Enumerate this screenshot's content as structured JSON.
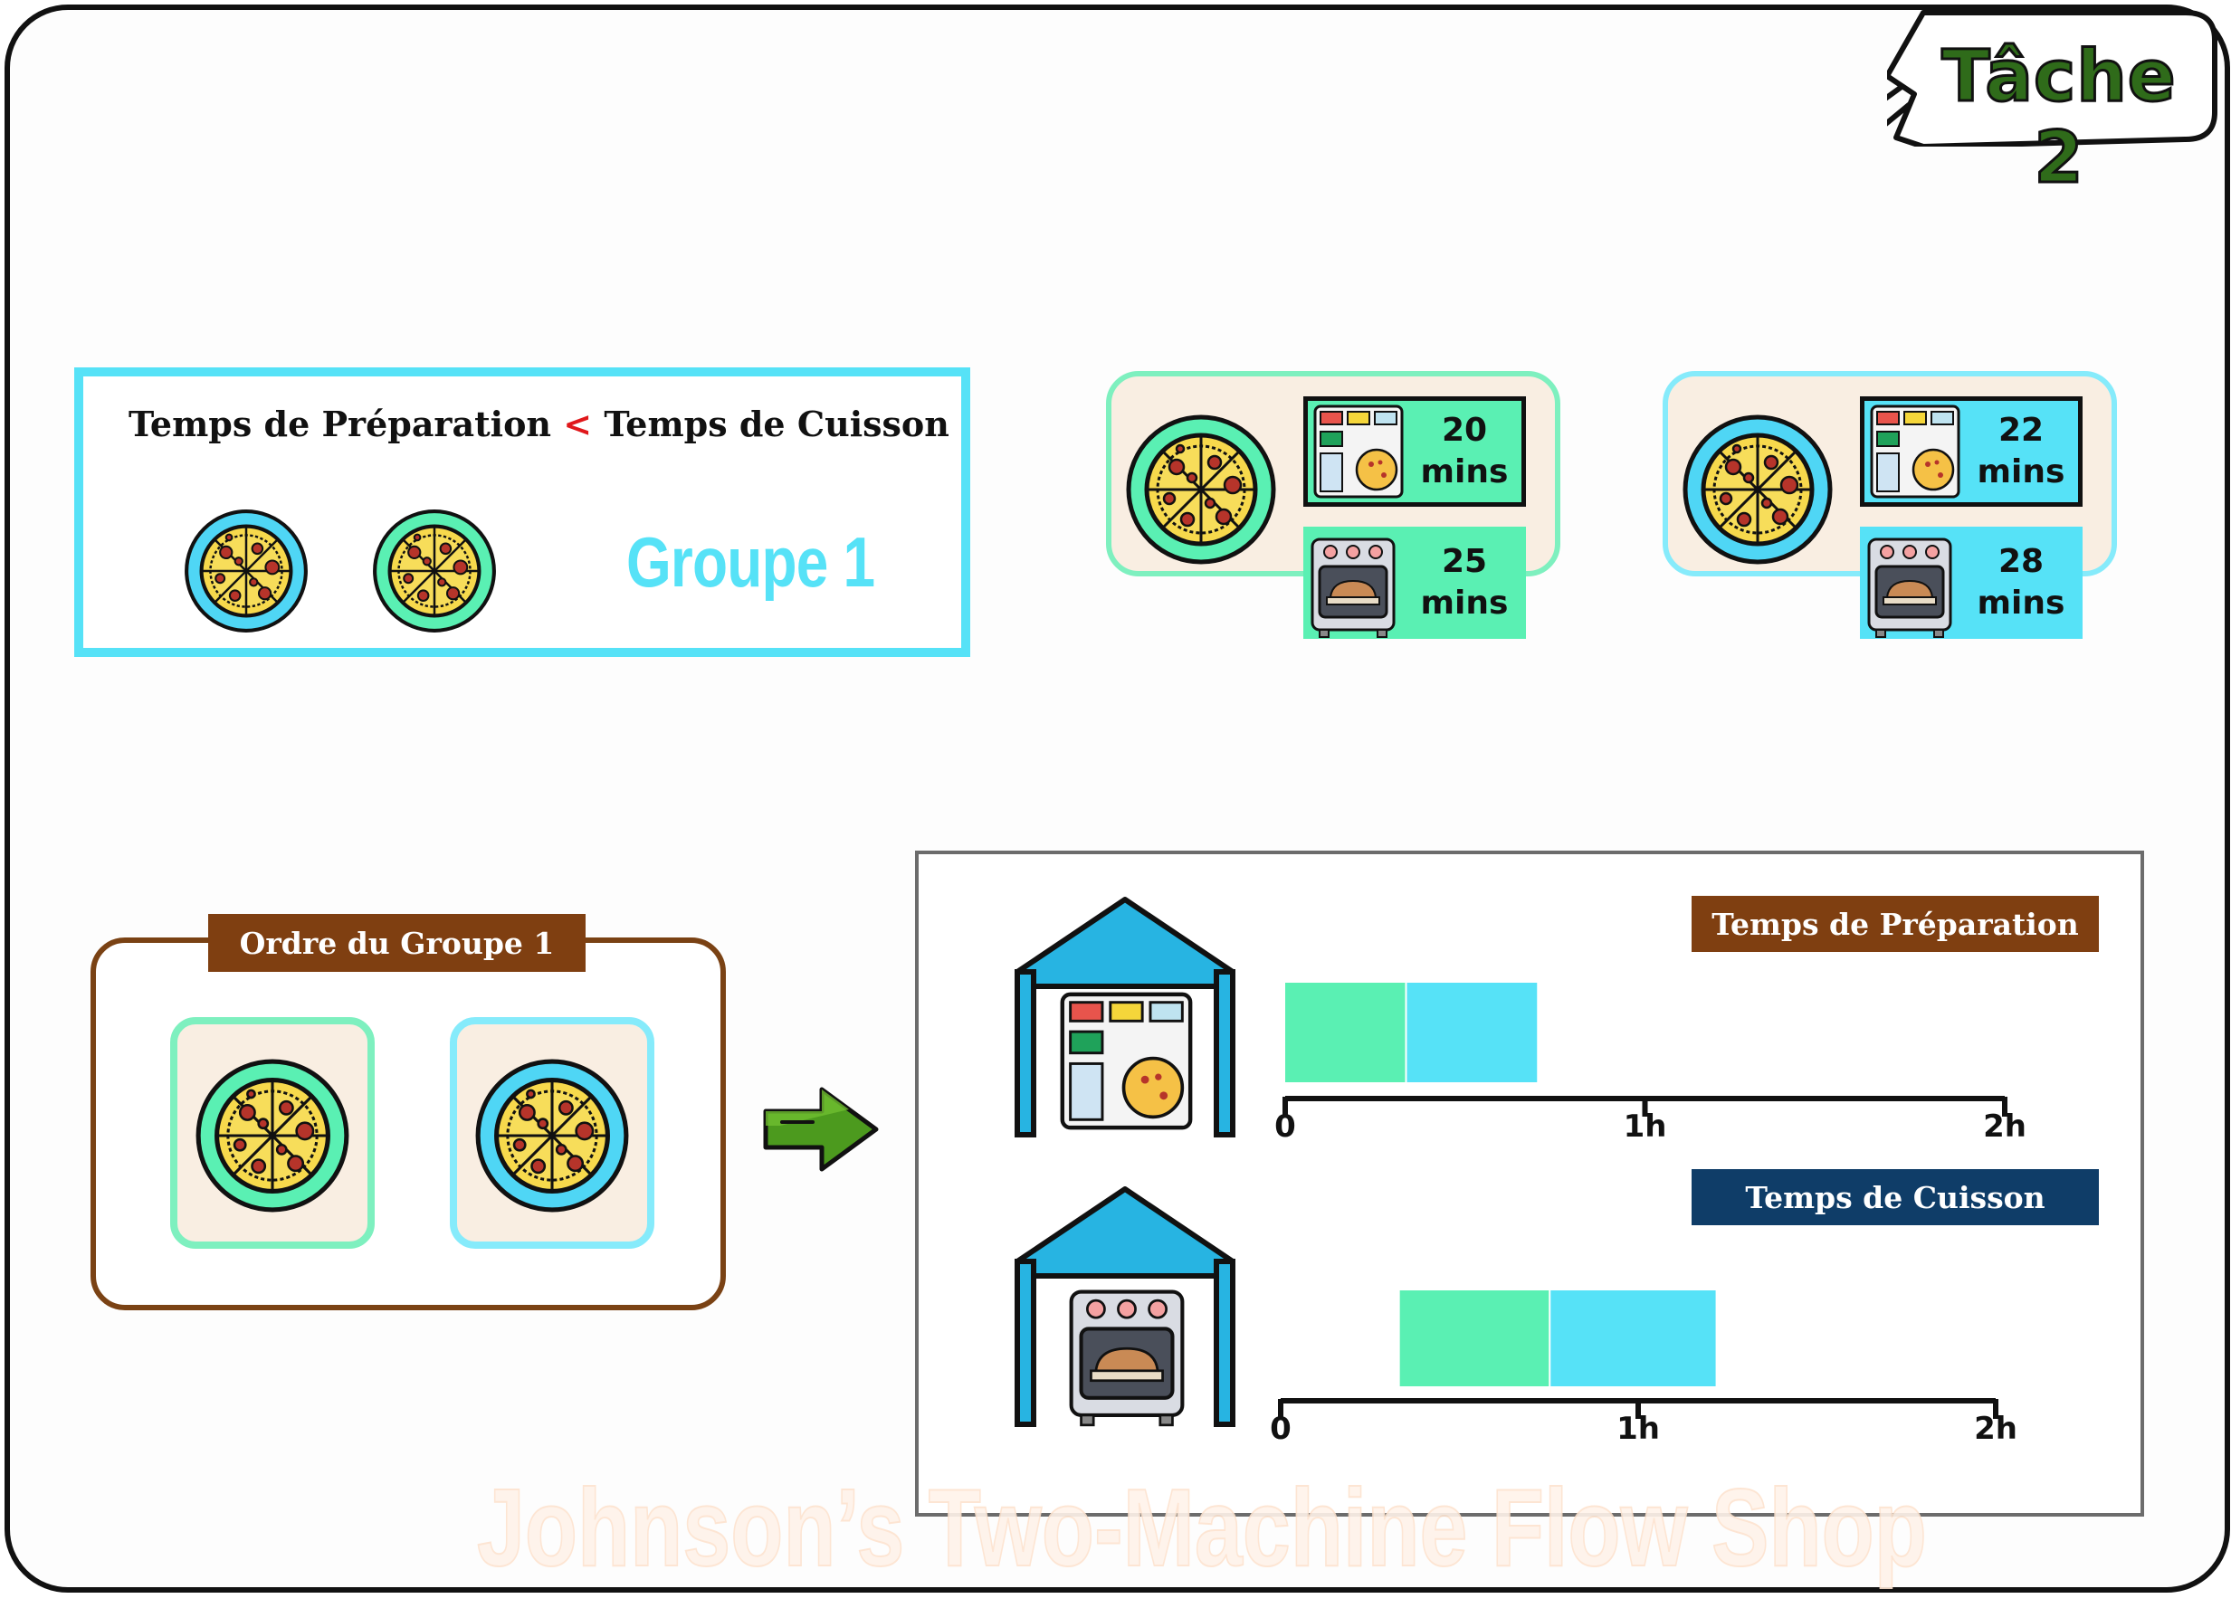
{
  "header": {
    "task_label": "Tâche 2"
  },
  "rule": {
    "left_term": "Temps de Préparation",
    "operator": "<",
    "right_term": "Temps de Cuisson",
    "group_label": "Groupe 1"
  },
  "jobs": [
    {
      "prep_value": "20",
      "prep_unit": "mins",
      "cook_value": "25",
      "cook_unit": "mins",
      "color": "#5af0b3"
    },
    {
      "prep_value": "22",
      "prep_unit": "mins",
      "cook_value": "28",
      "cook_unit": "mins",
      "color": "#56e2f7"
    }
  ],
  "order": {
    "title": "Ordre du Groupe 1"
  },
  "gantt": {
    "prep_legend": "Temps de Préparation",
    "cook_legend": "Temps de Cuisson",
    "ticks": [
      "0",
      "1h",
      "2h"
    ]
  },
  "chart_data": {
    "type": "gantt",
    "units": "minutes",
    "machines": [
      {
        "name": "Temps de Préparation",
        "tasks": [
          {
            "start": 0,
            "end": 20,
            "color": "#5af0b3"
          },
          {
            "start": 20,
            "end": 42,
            "color": "#56e2f7"
          }
        ]
      },
      {
        "name": "Temps de Cuisson",
        "tasks": [
          {
            "start": 20,
            "end": 45,
            "color": "#5af0b3"
          },
          {
            "start": 45,
            "end": 73,
            "color": "#56e2f7"
          }
        ]
      }
    ],
    "xlim": [
      0,
      120
    ],
    "tick_labels": [
      "0",
      "1h",
      "2h"
    ]
  },
  "colors": {
    "green": "#5af0b3",
    "cyan": "#56e2f7",
    "brown": "#7f3f11",
    "navy": "#0f3d68"
  },
  "watermark": "Johnson’s Two-Machine Flow Shop"
}
